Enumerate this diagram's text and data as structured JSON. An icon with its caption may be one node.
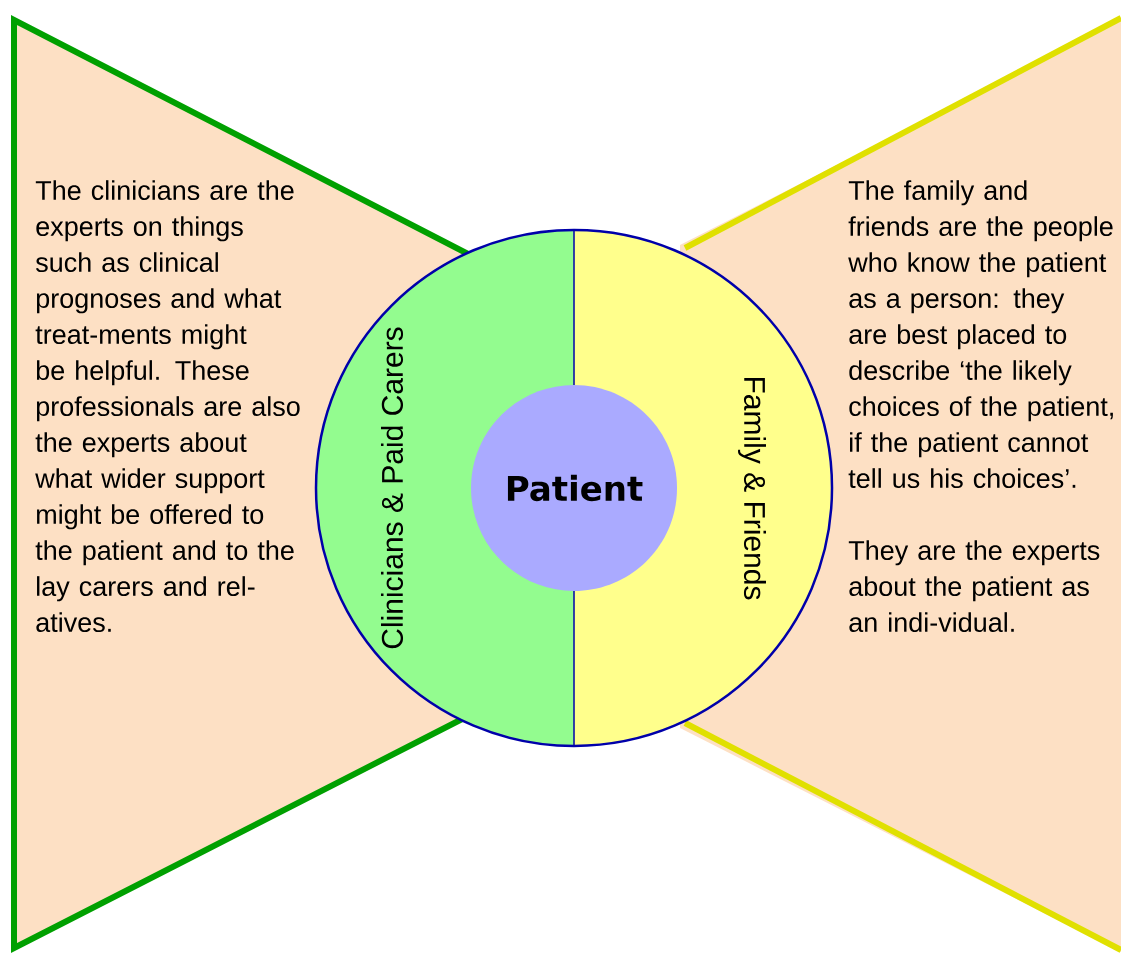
{
  "diagram": {
    "nodes": [
      {
        "text": [
          "The clinicians are the experts on things such as clinical prognoses and what treat-ments might be helpful.  These professionals are also the experts about what wider support might be offered to the patient and to the lay carers and rel-atives."
        ]
      },
      {
        "text": [
          "The family and friends are the people who know the patient as a person: they are best placed to describe ‘the likely choices of the patient, if the patient cannot tell us his choices’.",
          "They are the experts about the patient as an indi-vidual."
        ]
      },
      {
        "text": [
          "Clinicians & Paid Carers"
        ]
      },
      {
        "text": [
          "Family & Friends"
        ]
      },
      {
        "text": [
          "Patient"
        ]
      }
    ]
  }
}
